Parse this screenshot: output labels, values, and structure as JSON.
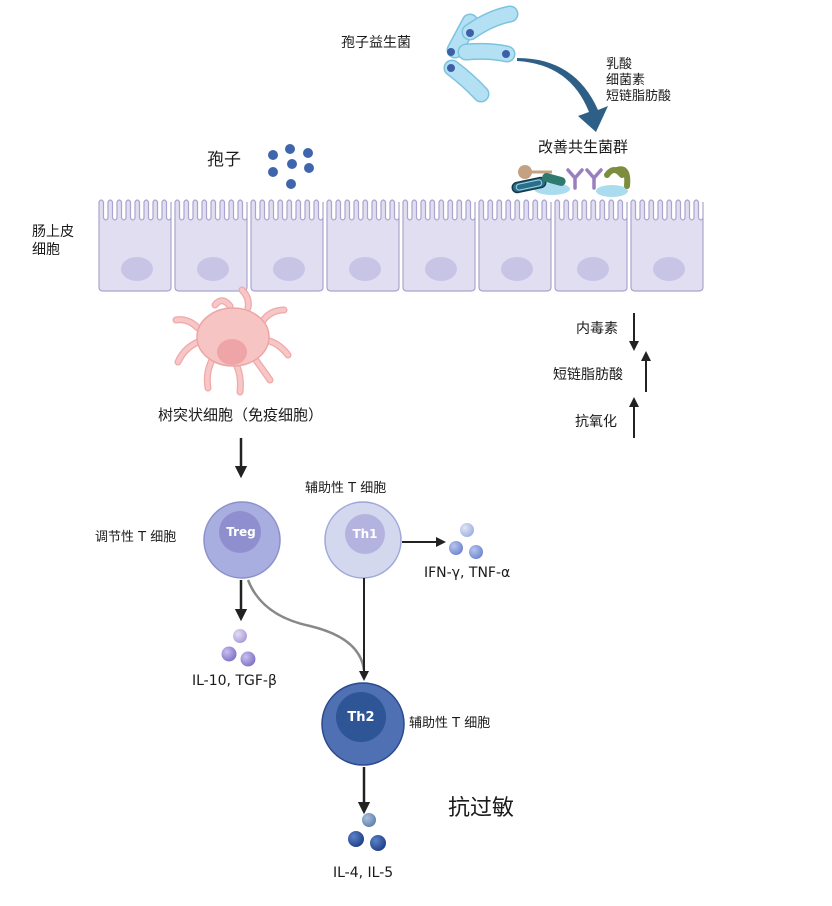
{
  "probiotic": {
    "label": "孢子益生菌",
    "products": [
      "乳酸",
      "细菌素",
      "短链脂肪酸"
    ]
  },
  "microbiota": {
    "label": "改善共生菌群"
  },
  "spores": {
    "label": "孢子"
  },
  "epithelium": {
    "label_line1": "肠上皮",
    "label_line2": "细胞",
    "cell_count": 8
  },
  "effects": [
    {
      "label": "内毒素",
      "direction": "down"
    },
    {
      "label": "短链脂肪酸",
      "direction": "up"
    },
    {
      "label": "抗氧化",
      "direction": "up"
    }
  ],
  "dendritic": {
    "label": "树突状细胞（免疫细胞）"
  },
  "treg": {
    "label": "调节性 T 细胞",
    "inner": "Treg",
    "cytokines": "IL-10, TGF-β"
  },
  "th1": {
    "label": "辅助性 T 细胞",
    "inner": "Th1",
    "cytokines": "IFN-γ, TNF-α"
  },
  "th2": {
    "label": "辅助性 T 细胞",
    "inner": "Th2",
    "cytokines": "IL-4, IL-5"
  },
  "outcome": {
    "label": "抗过敏"
  },
  "colors": {
    "bacteria": "#a9dcef",
    "arrow_main": "#2e5f86",
    "epithelium": "#e1def2",
    "dendritic": "#f4b8b8",
    "treg": "#a8aee0",
    "th1": "#d3d8ef",
    "th2": "#4f71b3",
    "spore": "#3f66ac"
  }
}
